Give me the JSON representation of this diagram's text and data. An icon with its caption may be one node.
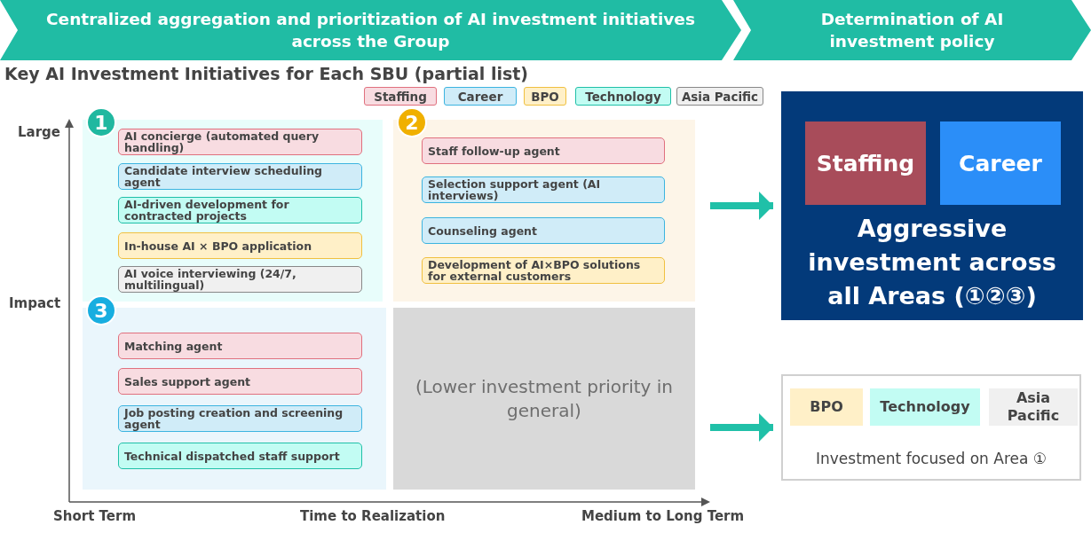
{
  "diagram": {
    "nodes": [
      {
        "text": [
          "Centralized aggregation and prioritization of AI investment initiatives across the Group"
        ]
      },
      {
        "text": [
          "Determination of AI investment policy"
        ]
      },
      {
        "text": [
          "1"
        ]
      },
      {
        "text": [
          "AI concierge (automated query handling)"
        ],
        "in": 2
      },
      {
        "text": [
          "Candidate interview scheduling agent"
        ],
        "in": 2
      },
      {
        "text": [
          "AI-driven development for contracted projects"
        ],
        "in": 2
      },
      {
        "text": [
          "In-house AI × BPO application"
        ],
        "in": 2
      },
      {
        "text": [
          "AI voice interviewing (24/7, multilingual)"
        ],
        "in": 2
      },
      {
        "text": [
          "2"
        ]
      },
      {
        "text": [
          "Staff follow-up agent"
        ],
        "in": 8
      },
      {
        "text": [
          "Selection support agent (AI interviews)"
        ],
        "in": 8
      },
      {
        "text": [
          "Counseling agent"
        ],
        "in": 8
      },
      {
        "text": [
          "Development of AI×BPO solutions for external customers"
        ],
        "in": 8
      },
      {
        "text": [
          "3"
        ]
      },
      {
        "text": [
          "Matching agent"
        ],
        "in": 13
      },
      {
        "text": [
          "Sales support agent"
        ],
        "in": 13
      },
      {
        "text": [
          "Job posting creation and screening agent"
        ],
        "in": 13
      },
      {
        "text": [
          "Technical dispatched staff support"
        ],
        "in": 13
      },
      {
        "text": [
          "(Lower investment priority in general)"
        ]
      },
      {
        "text": [
          "Aggressive investment across all Areas (①②③)"
        ]
      },
      {
        "text": [
          "Staffing"
        ],
        "in": 19
      },
      {
        "text": [
          "Career"
        ],
        "in": 19
      },
      {
        "text": [
          "Investment focused on Area ①"
        ]
      },
      {
        "text": [
          "BPO"
        ],
        "in": 22
      },
      {
        "text": [
          "Technology"
        ],
        "in": 22
      },
      {
        "text": [
          "Asia Pacific"
        ],
        "in": 22
      }
    ],
    "edges": [
      {
        "from": null,
        "to": 19,
        "arrow": "to"
      },
      {
        "from": null,
        "to": 22,
        "arrow": "to"
      }
    ],
    "labels": [
      "Key AI Investment Initiatives for Each SBU (partial list)",
      "Large",
      "Impact",
      "Short Term",
      "Time to Realization",
      "Medium to Long Term"
    ],
    "legend": [
      {
        "text": "Staffing",
        "color": "#f8dce1"
      },
      {
        "text": "Career",
        "color": "#d0ecf8"
      },
      {
        "text": "BPO",
        "color": "#fff0c8"
      },
      {
        "text": "Technology",
        "color": "#c2fcf3"
      },
      {
        "text": "Asia Pacific",
        "color": "#f0f0f0"
      }
    ]
  }
}
